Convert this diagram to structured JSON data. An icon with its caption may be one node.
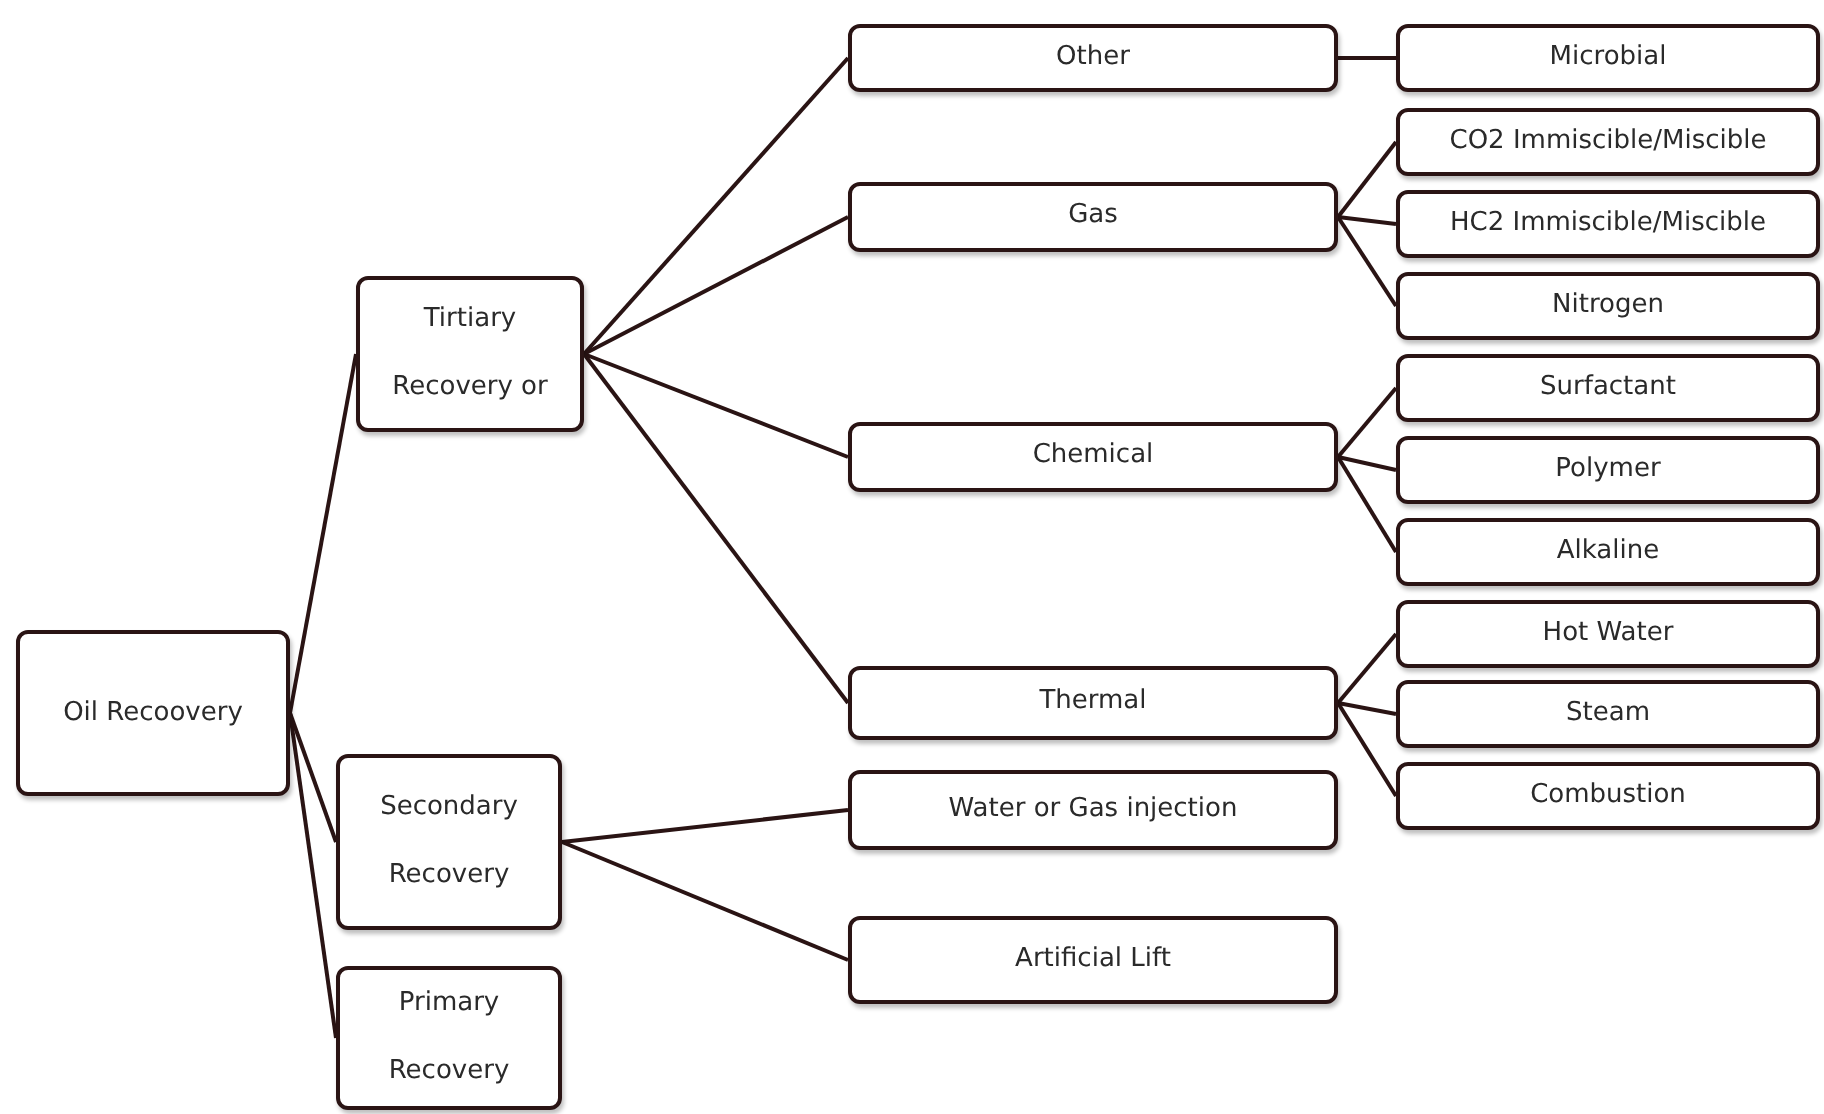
{
  "diagram": {
    "nodes": [
      {
        "text": [
          "Oil Recoovery"
        ]
      },
      {
        "text": [
          "Tirtiary Recovery or"
        ]
      },
      {
        "text": [
          "Secondary Recovery"
        ]
      },
      {
        "text": [
          "Primary Recovery"
        ]
      },
      {
        "text": [
          "Other"
        ]
      },
      {
        "text": [
          "Gas"
        ]
      },
      {
        "text": [
          "Chemical"
        ]
      },
      {
        "text": [
          "Thermal"
        ]
      },
      {
        "text": [
          "Water or Gas injection"
        ]
      },
      {
        "text": [
          "Artificial Lift"
        ]
      },
      {
        "text": [
          "Microbial"
        ]
      },
      {
        "text": [
          "CO2 Immiscible/Miscible"
        ]
      },
      {
        "text": [
          "HC2 Immiscible/Miscible"
        ]
      },
      {
        "text": [
          "Nitrogen"
        ]
      },
      {
        "text": [
          "Surfactant"
        ]
      },
      {
        "text": [
          "Polymer"
        ]
      },
      {
        "text": [
          "Alkaline"
        ]
      },
      {
        "text": [
          "Hot Water"
        ]
      },
      {
        "text": [
          "Steam"
        ]
      },
      {
        "text": [
          "Combustion"
        ]
      }
    ],
    "edges": [
      {
        "from": 0,
        "to": 1,
        "arrow": "none"
      },
      {
        "from": 0,
        "to": 2,
        "arrow": "none"
      },
      {
        "from": 0,
        "to": 3,
        "arrow": "none"
      },
      {
        "from": 1,
        "to": 4,
        "arrow": "none"
      },
      {
        "from": 1,
        "to": 5,
        "arrow": "none"
      },
      {
        "from": 1,
        "to": 6,
        "arrow": "none"
      },
      {
        "from": 1,
        "to": 7,
        "arrow": "none"
      },
      {
        "from": 2,
        "to": 8,
        "arrow": "none"
      },
      {
        "from": 2,
        "to": 9,
        "arrow": "none"
      },
      {
        "from": 4,
        "to": 10,
        "arrow": "none"
      },
      {
        "from": 5,
        "to": 11,
        "arrow": "none"
      },
      {
        "from": 5,
        "to": 12,
        "arrow": "none"
      },
      {
        "from": 5,
        "to": 13,
        "arrow": "none"
      },
      {
        "from": 6,
        "to": 14,
        "arrow": "none"
      },
      {
        "from": 6,
        "to": 15,
        "arrow": "none"
      },
      {
        "from": 6,
        "to": 16,
        "arrow": "none"
      },
      {
        "from": 7,
        "to": 17,
        "arrow": "none"
      },
      {
        "from": 7,
        "to": 18,
        "arrow": "none"
      },
      {
        "from": 7,
        "to": 19,
        "arrow": "none"
      }
    ]
  }
}
